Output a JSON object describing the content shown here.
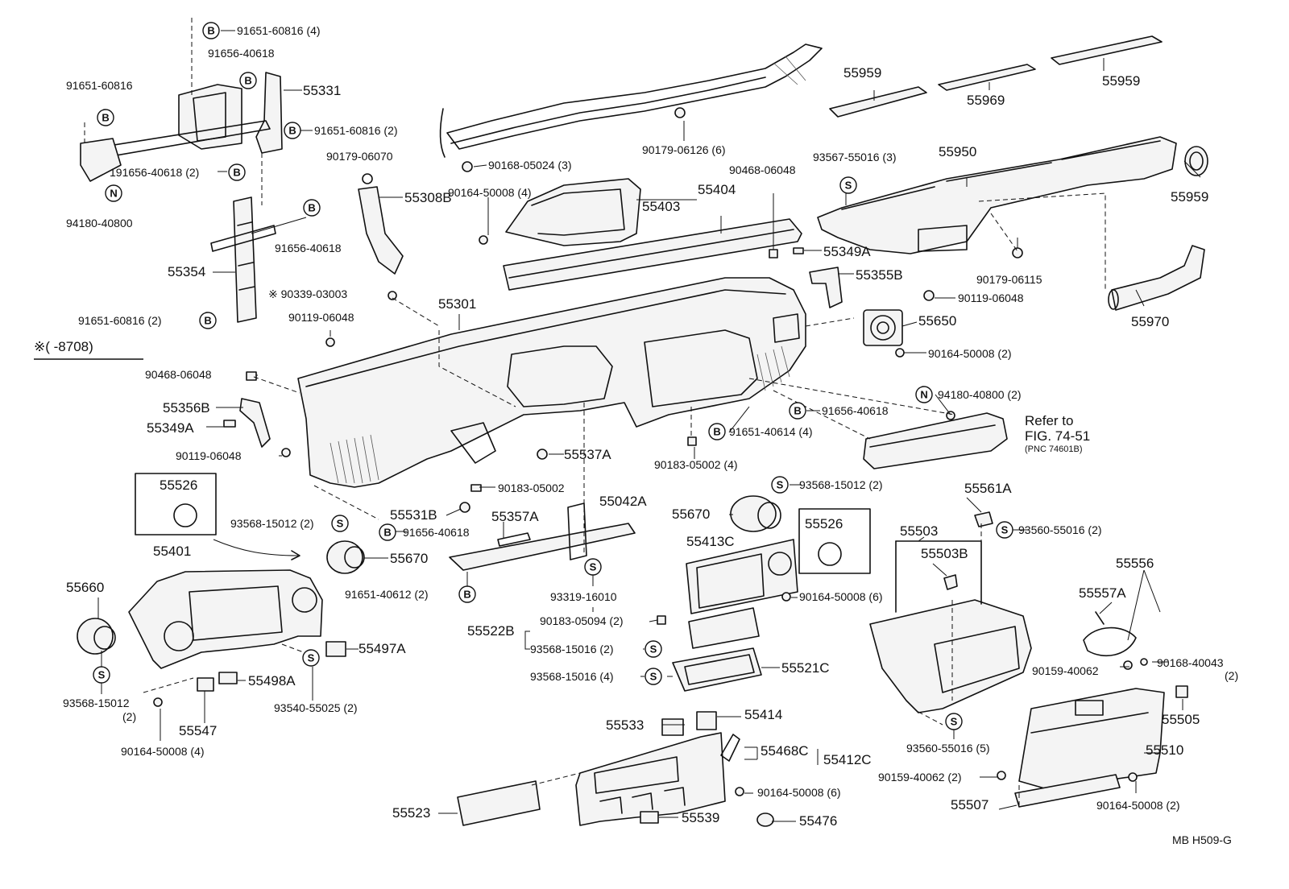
{
  "diagram": {
    "note": {
      "text": "※(      -8708)"
    },
    "refer": {
      "line1": "Refer to",
      "line2": "FIG. 74-51",
      "line3": "(PNC 74601B)"
    },
    "footer": {
      "code": "MB  H509-G"
    },
    "badges": {
      "B": "B",
      "N": "N",
      "S": "S"
    },
    "labels": [
      {
        "id": "p-91651-60816-4",
        "text": "91651-60816 (4)"
      },
      {
        "id": "p-91656-40618-a",
        "text": "91656-40618"
      },
      {
        "id": "p-91651-60816-a",
        "text": "91651-60816"
      },
      {
        "id": "p-55331",
        "text": "55331"
      },
      {
        "id": "p-91651-60816-2a",
        "text": "91651-60816 (2)"
      },
      {
        "id": "p-91656-40618-2",
        "text": "191656-40618 (2)"
      },
      {
        "id": "p-94180-40800",
        "text": "94180-40800"
      },
      {
        "id": "p-90179-06070",
        "text": "90179-06070"
      },
      {
        "id": "p-55308b",
        "text": "55308B"
      },
      {
        "id": "p-90168-05024",
        "text": "90168-05024 (3)"
      },
      {
        "id": "p-90179-06126",
        "text": "90179-06126 (6)"
      },
      {
        "id": "p-55959-a",
        "text": "55959"
      },
      {
        "id": "p-55969",
        "text": "55969"
      },
      {
        "id": "p-55959-b",
        "text": "55959"
      },
      {
        "id": "p-93567-55016",
        "text": "93567-55016 (3)"
      },
      {
        "id": "p-55950",
        "text": "55950"
      },
      {
        "id": "p-55959-c",
        "text": "55959"
      },
      {
        "id": "p-90164-50008-4a",
        "text": "90164-50008 (4)"
      },
      {
        "id": "p-55404",
        "text": "55404"
      },
      {
        "id": "p-55403",
        "text": "55403"
      },
      {
        "id": "p-90468-06048-a",
        "text": "90468-06048"
      },
      {
        "id": "p-55349a-a",
        "text": "55349A"
      },
      {
        "id": "p-90179-06115",
        "text": "90179-06115"
      },
      {
        "id": "p-91656-40618-b",
        "text": "91656-40618"
      },
      {
        "id": "p-55354",
        "text": "55354"
      },
      {
        "id": "p-90339-03003",
        "text": "※ 90339-03003"
      },
      {
        "id": "p-55355b",
        "text": "55355B"
      },
      {
        "id": "p-90119-06048-a",
        "text": "90119-06048"
      },
      {
        "id": "p-55301",
        "text": "55301"
      },
      {
        "id": "p-91651-60816-2b",
        "text": "91651-60816 (2)"
      },
      {
        "id": "p-90119-06048-b",
        "text": "90119-06048"
      },
      {
        "id": "p-55650",
        "text": "55650"
      },
      {
        "id": "p-55970",
        "text": "55970"
      },
      {
        "id": "p-90164-50008-2a",
        "text": "90164-50008 (2)"
      },
      {
        "id": "p-90468-06048-b",
        "text": "90468-06048"
      },
      {
        "id": "p-94180-40800-2",
        "text": "94180-40800 (2)"
      },
      {
        "id": "p-55356b",
        "text": "55356B"
      },
      {
        "id": "p-91656-40618-c",
        "text": "91656-40618"
      },
      {
        "id": "p-55349a-b",
        "text": "55349A"
      },
      {
        "id": "p-91651-40614",
        "text": "91651-40614 (4)"
      },
      {
        "id": "p-90119-06048-c",
        "text": "90119-06048"
      },
      {
        "id": "p-55537a",
        "text": "55537A"
      },
      {
        "id": "p-90183-05002-4",
        "text": "90183-05002 (4)"
      },
      {
        "id": "p-55526-a",
        "text": "55526"
      },
      {
        "id": "p-90183-05002",
        "text": "90183-05002"
      },
      {
        "id": "p-93568-15012-2b",
        "text": "93568-15012 (2)"
      },
      {
        "id": "p-55561a",
        "text": "55561A"
      },
      {
        "id": "p-55042a",
        "text": "55042A"
      },
      {
        "id": "p-55531b",
        "text": "55531B"
      },
      {
        "id": "p-55357a",
        "text": "55357A"
      },
      {
        "id": "p-55670-b",
        "text": "55670"
      },
      {
        "id": "p-55526-b",
        "text": "55526"
      },
      {
        "id": "p-55503",
        "text": "55503"
      },
      {
        "id": "p-93560-55016-2",
        "text": "93560-55016 (2)"
      },
      {
        "id": "p-93568-15012-2a",
        "text": "93568-15012 (2)"
      },
      {
        "id": "p-91656-40618-d",
        "text": "91656-40618"
      },
      {
        "id": "p-55401",
        "text": "55401"
      },
      {
        "id": "p-55670-a",
        "text": "55670"
      },
      {
        "id": "p-55413c",
        "text": "55413C"
      },
      {
        "id": "p-55503b",
        "text": "55503B"
      },
      {
        "id": "p-55556",
        "text": "55556"
      },
      {
        "id": "p-55660",
        "text": "55660"
      },
      {
        "id": "p-91651-40612",
        "text": "91651-40612 (2)"
      },
      {
        "id": "p-93319-16010",
        "text": "93319-16010"
      },
      {
        "id": "p-90164-50008-6a",
        "text": "90164-50008 (6)"
      },
      {
        "id": "p-55557a",
        "text": "55557A"
      },
      {
        "id": "p-55522b",
        "text": "55522B"
      },
      {
        "id": "p-90183-05094",
        "text": "90183-05094 (2)"
      },
      {
        "id": "p-55497a",
        "text": "55497A"
      },
      {
        "id": "p-93568-15016-2",
        "text": "93568-15016 (2)"
      },
      {
        "id": "p-90168-40043",
        "text": "90168-40043"
      },
      {
        "id": "p-90168-40043-qty",
        "text": "(2)"
      },
      {
        "id": "p-90159-40062-a",
        "text": "90159-40062"
      },
      {
        "id": "p-93568-15016-4",
        "text": "93568-15016 (4)"
      },
      {
        "id": "p-55521c",
        "text": "55521C"
      },
      {
        "id": "p-55498a",
        "text": "55498A"
      },
      {
        "id": "p-93568-15012",
        "text": "93568-15012"
      },
      {
        "id": "p-93568-15012-qty",
        "text": "(2)"
      },
      {
        "id": "p-93540-55025",
        "text": "93540-55025 (2)"
      },
      {
        "id": "p-55505",
        "text": "55505"
      },
      {
        "id": "p-55547",
        "text": "55547"
      },
      {
        "id": "p-55414",
        "text": "55414"
      },
      {
        "id": "p-55533",
        "text": "55533"
      },
      {
        "id": "p-93560-55016-5",
        "text": "93560-55016 (5)"
      },
      {
        "id": "p-90164-50008-4b",
        "text": "90164-50008 (4)"
      },
      {
        "id": "p-55468c",
        "text": "55468C"
      },
      {
        "id": "p-55412c",
        "text": "55412C"
      },
      {
        "id": "p-55510",
        "text": "55510"
      },
      {
        "id": "p-90164-50008-6b",
        "text": "90164-50008 (6)"
      },
      {
        "id": "p-90159-40062-b",
        "text": "90159-40062 (2)"
      },
      {
        "id": "p-55523",
        "text": "55523"
      },
      {
        "id": "p-55539",
        "text": "55539"
      },
      {
        "id": "p-55476",
        "text": "55476"
      },
      {
        "id": "p-55507",
        "text": "55507"
      },
      {
        "id": "p-90164-50008-2b",
        "text": "90164-50008 (2)"
      }
    ]
  }
}
